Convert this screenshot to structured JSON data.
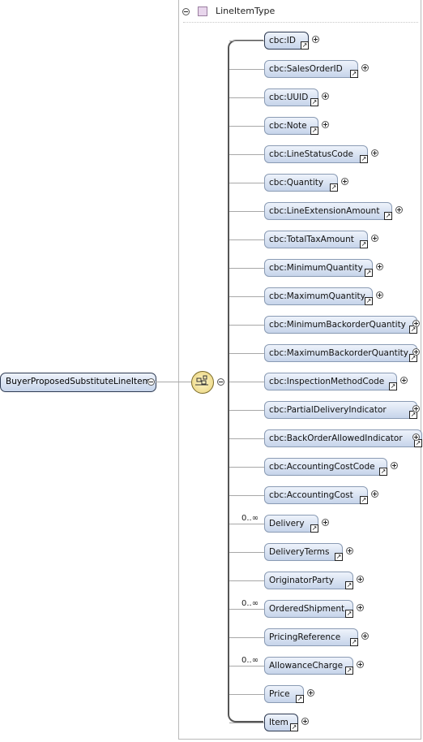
{
  "type_header": {
    "name": "LineItemType"
  },
  "root": {
    "label": "BuyerProposedSubstituteLineItem"
  },
  "elements": [
    {
      "label": "cbc:ID",
      "cardinality": "",
      "mandatory": true,
      "ref": true
    },
    {
      "label": "cbc:SalesOrderID",
      "cardinality": "",
      "mandatory": false,
      "ref": true
    },
    {
      "label": "cbc:UUID",
      "cardinality": "",
      "mandatory": false,
      "ref": true
    },
    {
      "label": "cbc:Note",
      "cardinality": "",
      "mandatory": false,
      "ref": true
    },
    {
      "label": "cbc:LineStatusCode",
      "cardinality": "",
      "mandatory": false,
      "ref": true
    },
    {
      "label": "cbc:Quantity",
      "cardinality": "",
      "mandatory": false,
      "ref": true
    },
    {
      "label": "cbc:LineExtensionAmount",
      "cardinality": "",
      "mandatory": false,
      "ref": true
    },
    {
      "label": "cbc:TotalTaxAmount",
      "cardinality": "",
      "mandatory": false,
      "ref": true
    },
    {
      "label": "cbc:MinimumQuantity",
      "cardinality": "",
      "mandatory": false,
      "ref": true
    },
    {
      "label": "cbc:MaximumQuantity",
      "cardinality": "",
      "mandatory": false,
      "ref": true
    },
    {
      "label": "cbc:MinimumBackorderQuantity",
      "cardinality": "",
      "mandatory": false,
      "ref": true
    },
    {
      "label": "cbc:MaximumBackorderQuantity",
      "cardinality": "",
      "mandatory": false,
      "ref": true
    },
    {
      "label": "cbc:InspectionMethodCode",
      "cardinality": "",
      "mandatory": false,
      "ref": true
    },
    {
      "label": "cbc:PartialDeliveryIndicator",
      "cardinality": "",
      "mandatory": false,
      "ref": true
    },
    {
      "label": "cbc:BackOrderAllowedIndicator",
      "cardinality": "",
      "mandatory": false,
      "ref": true
    },
    {
      "label": "cbc:AccountingCostCode",
      "cardinality": "",
      "mandatory": false,
      "ref": true
    },
    {
      "label": "cbc:AccountingCost",
      "cardinality": "",
      "mandatory": false,
      "ref": true
    },
    {
      "label": "Delivery",
      "cardinality": "0..∞",
      "mandatory": false,
      "ref": true
    },
    {
      "label": "DeliveryTerms",
      "cardinality": "",
      "mandatory": false,
      "ref": true
    },
    {
      "label": "OriginatorParty",
      "cardinality": "",
      "mandatory": false,
      "ref": true
    },
    {
      "label": "OrderedShipment",
      "cardinality": "0..∞",
      "mandatory": false,
      "ref": true
    },
    {
      "label": "PricingReference",
      "cardinality": "",
      "mandatory": false,
      "ref": true
    },
    {
      "label": "AllowanceCharge",
      "cardinality": "0..∞",
      "mandatory": false,
      "ref": true
    },
    {
      "label": "Price",
      "cardinality": "",
      "mandatory": false,
      "ref": true
    },
    {
      "label": "Item",
      "cardinality": "",
      "mandatory": true,
      "ref": true
    }
  ]
}
